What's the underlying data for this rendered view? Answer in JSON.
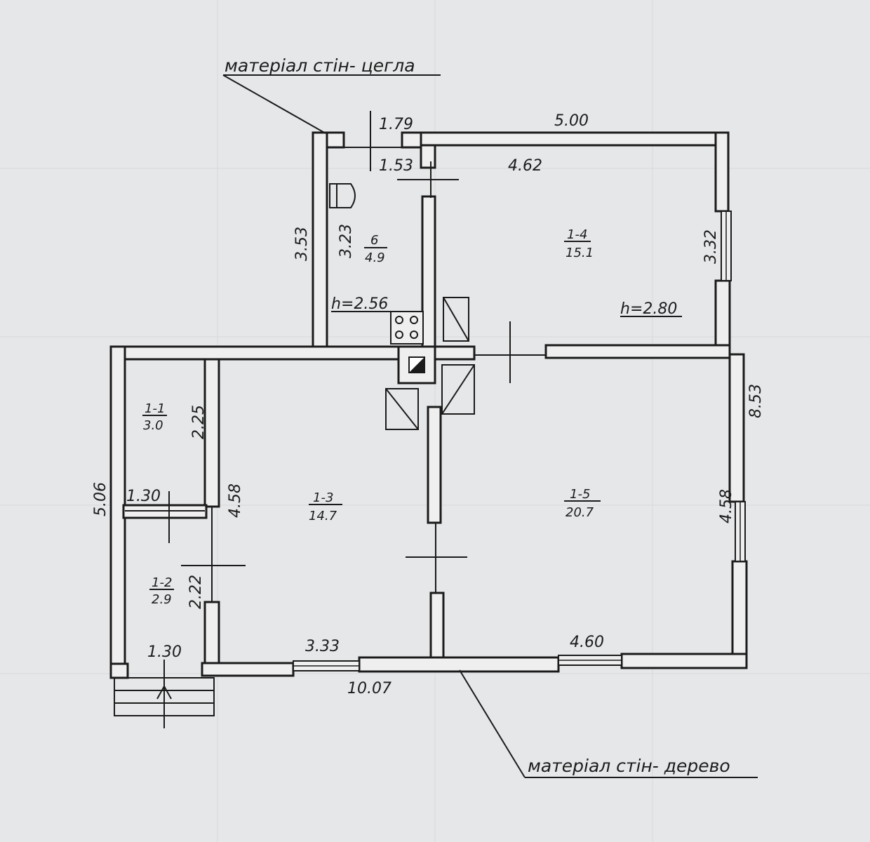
{
  "notes": {
    "brick": "матеріал стін- цегла",
    "wood": "матеріал стін- дерево"
  },
  "dimensions": {
    "d_1_79": "1.79",
    "d_5_00": "5.00",
    "d_1_53": "1.53",
    "d_4_62": "4.62",
    "d_3_53": "3.53",
    "d_3_23": "3.23",
    "d_3_32": "3.32",
    "d_8_53": "8.53",
    "d_2_25": "2.25",
    "d_1_30_top": "1.30",
    "d_5_06": "5.06",
    "d_4_58_left": "4.58",
    "d_2_22": "2.22",
    "d_1_30_bottom": "1.30",
    "d_3_33": "3.33",
    "d_10_07": "10.07",
    "d_4_60": "4.60",
    "d_4_58_right": "4.58"
  },
  "heights": {
    "room6": "h=2.56",
    "room14": "h=2.80"
  },
  "rooms": {
    "r6": {
      "id": "6",
      "area": "4.9"
    },
    "r14": {
      "id": "1-4",
      "area": "15.1"
    },
    "r11": {
      "id": "1-1",
      "area": "3.0"
    },
    "r12": {
      "id": "1-2",
      "area": "2.9"
    },
    "r13": {
      "id": "1-3",
      "area": "14.7"
    },
    "r15": {
      "id": "1-5",
      "area": "20.7"
    }
  },
  "icons": [
    "stove-icon",
    "toilet-icon",
    "chimney-icon",
    "entrance-arrow-icon"
  ]
}
